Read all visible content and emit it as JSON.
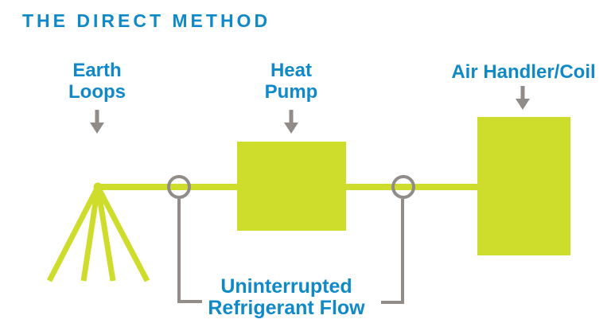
{
  "title": "THE DIRECT METHOD",
  "colors": {
    "accent_blue": "#1089c9",
    "diagram_green": "#cedd2b",
    "connector_gray": "#918c87",
    "background": "#ffffff"
  },
  "labels": {
    "earth_loops": {
      "line1": "Earth",
      "line2": "Loops"
    },
    "heat_pump": {
      "line1": "Heat",
      "line2": "Pump"
    },
    "air_handler": "Air Handler/Coil",
    "flow_note": {
      "line1": "Uninterrupted",
      "line2": "Refrigerant Flow"
    }
  },
  "icons": {
    "down_arrow": "▼",
    "junction_circle": "○",
    "earth_loops": "fan-of-4-lines-from-apex"
  }
}
